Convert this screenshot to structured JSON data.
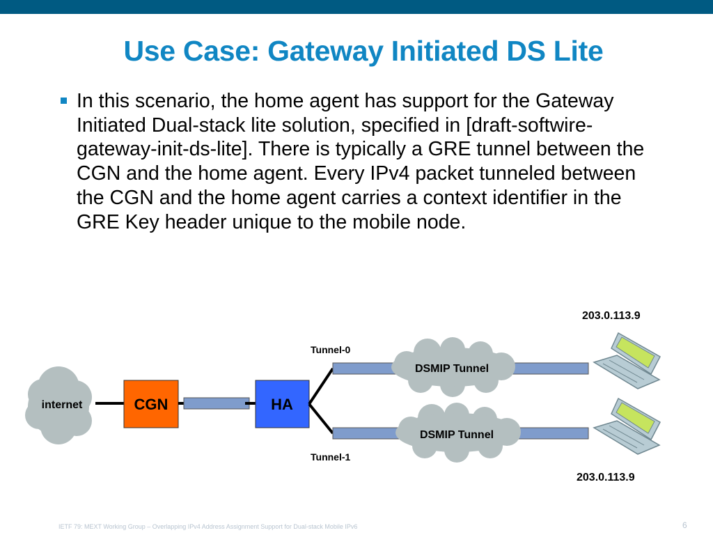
{
  "slide": {
    "title": "Use Case: Gateway Initiated DS Lite",
    "bullet": "In this scenario, the home agent has support for the Gateway Initiated Dual-stack lite solution, specified in [draft-softwire-gateway-init-ds-lite]. There is typically a GRE tunnel between the CGN and the home agent. Every IPv4 packet tunneled between the CGN and the home agent carries a context identifier in the GRE Key header unique to the mobile node.",
    "footer": "IETF 79: MEXT Working Group – Overlapping IPv4 Address Assignment Support for Dual-stack Mobile IPv6",
    "page_number": "6"
  },
  "diagram": {
    "internet_label": "internet",
    "cgn_label": "CGN",
    "ha_label": "HA",
    "tunnel0_label": "Tunnel-0",
    "tunnel1_label": "Tunnel-1",
    "dsmip_top_label": "DSMIP Tunnel",
    "dsmip_bottom_label": "DSMIP Tunnel",
    "ip_top": "203.0.113.9",
    "ip_bottom": "203.0.113.9",
    "icons": [
      "cloud-icon",
      "laptop-icon"
    ],
    "colors": {
      "cgn": "#ff6600",
      "ha": "#3366ff",
      "tunnel": "#7f9ccc",
      "cloud": "#b4bfc0",
      "laptop_screen": "#c6e45e"
    }
  }
}
